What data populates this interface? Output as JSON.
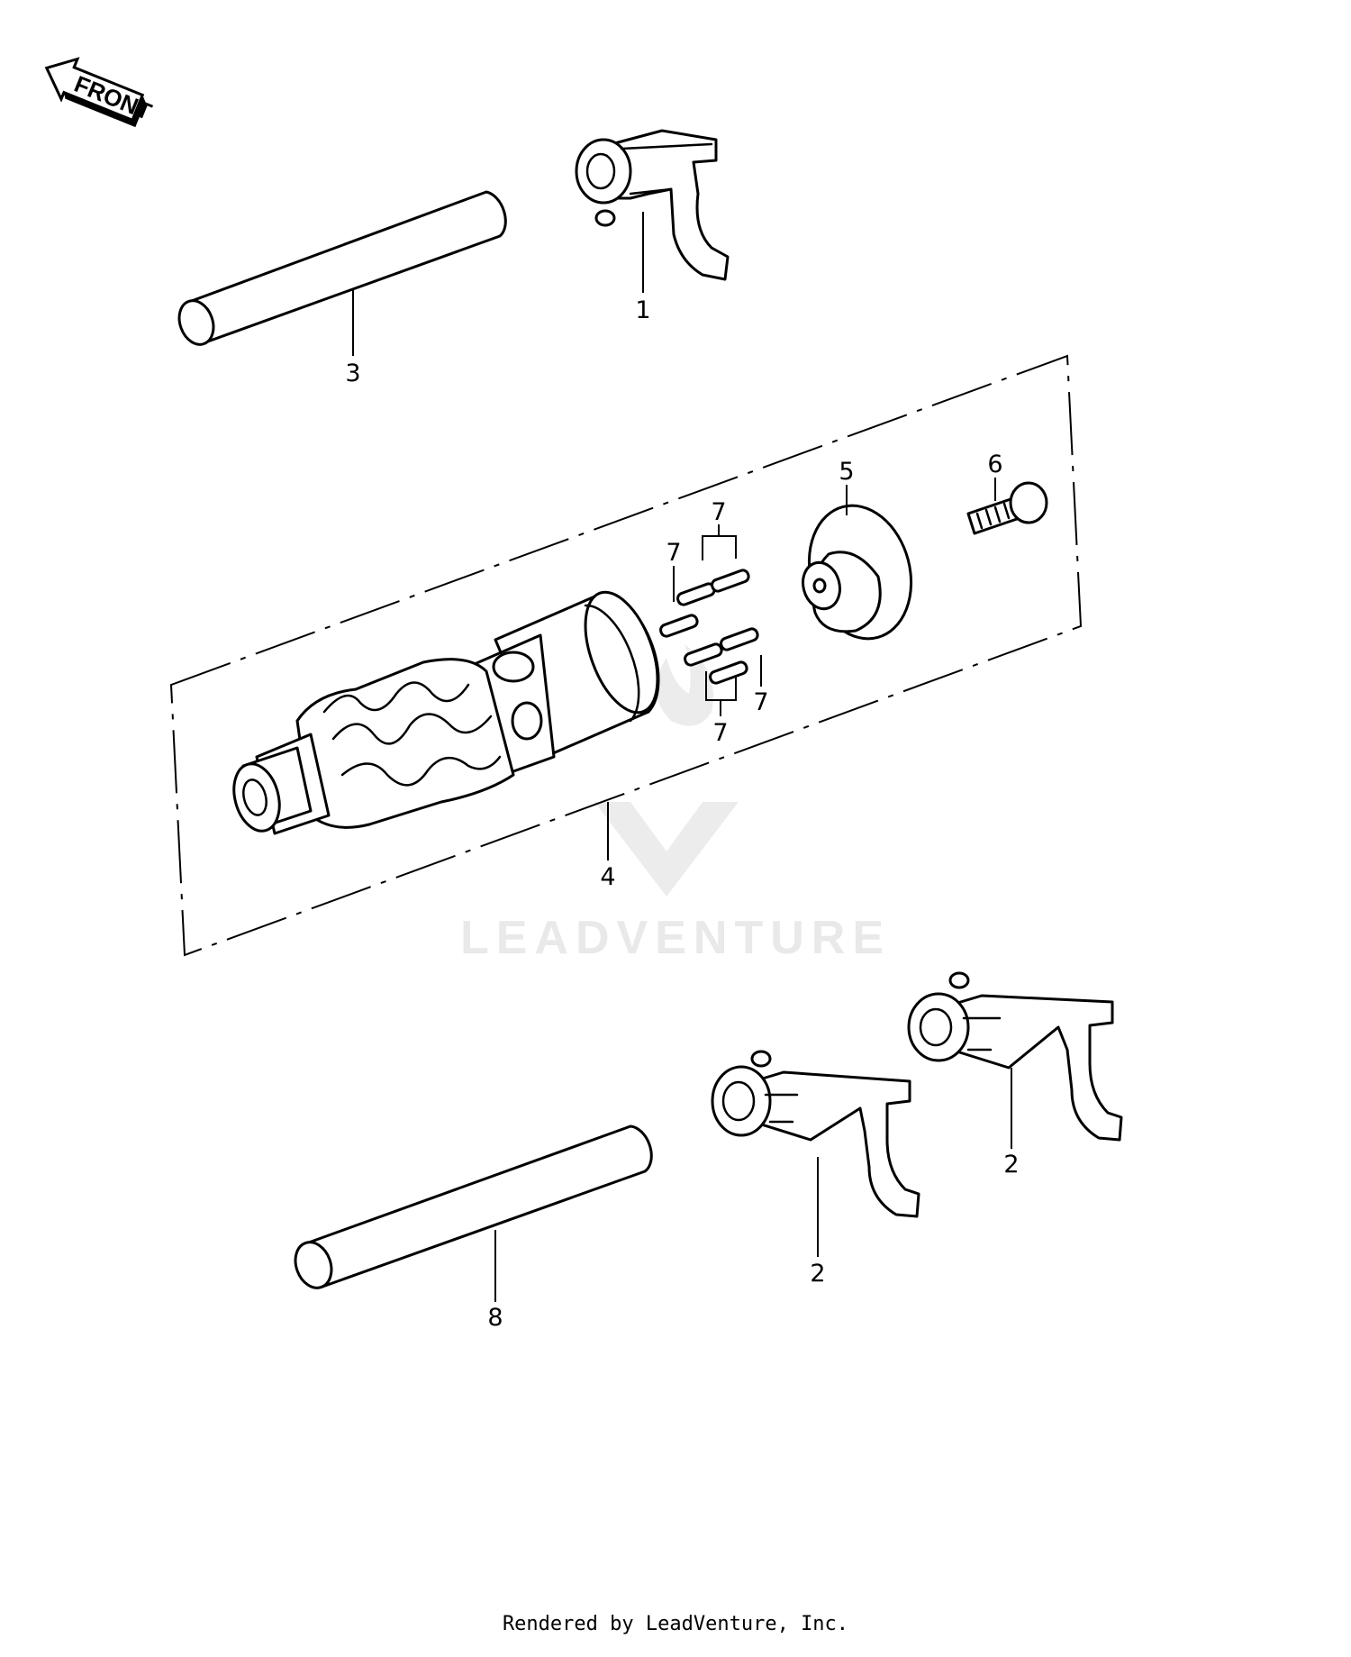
{
  "front_label": "FRONT",
  "callouts": {
    "c1": "1",
    "c2a": "2",
    "c2b": "2",
    "c3": "3",
    "c4": "4",
    "c5": "5",
    "c6": "6",
    "c7a": "7",
    "c7b": "7",
    "c7c": "7",
    "c7d": "7",
    "c8": "8"
  },
  "watermark": "LEADVENTURE",
  "footer": "Rendered by LeadVenture, Inc."
}
